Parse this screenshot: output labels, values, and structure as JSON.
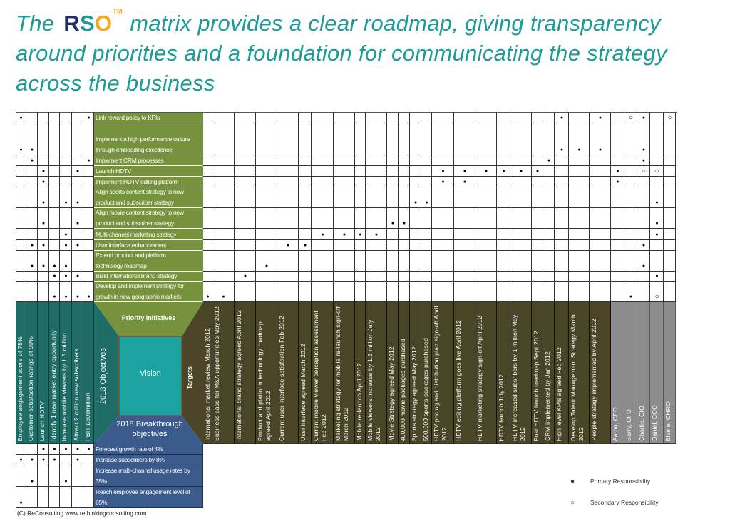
{
  "title": {
    "prefix": "The",
    "logo": {
      "r": "R",
      "s": "S",
      "o": "O",
      "tm": "TM"
    },
    "rest_line1": " matrix provides a clear roadmap, giving transparency",
    "line2": "around priorities and a foundation for communicating the strategy",
    "line3": "across the business"
  },
  "objectives": [
    "Employee engagement score of 75%",
    "Customer satisfaction ratings of 90%",
    "Launch HDTV",
    "Identify 1 new market entry opportunity",
    "Increase mobile viewers by 1.5 million",
    "Attract 2 million new subscribers",
    "PBIT £800million"
  ],
  "initiatives": [
    {
      "label": "Link reward policy to KPIs",
      "obj": [
        0,
        6
      ],
      "tgt": [
        21,
        23
      ],
      "primary": [
        2
      ],
      "secondary": [
        1,
        4
      ]
    },
    {
      "label": "Implement a high performance culture\nthrough embedding excellence",
      "obj": [
        0,
        1
      ],
      "tgt": [
        21,
        22,
        23
      ],
      "primary": [
        2
      ],
      "secondary": []
    },
    {
      "label": "Implement CRM processes",
      "obj": [
        1,
        6
      ],
      "tgt": [
        20
      ],
      "primary": [
        2
      ],
      "secondary": []
    },
    {
      "label": "Launch HDTV",
      "obj": [
        2,
        5
      ],
      "tgt": [
        14,
        15,
        16,
        17,
        18,
        19
      ],
      "primary": [
        0
      ],
      "secondary": [
        2,
        3
      ]
    },
    {
      "label": "Implement HDTV editing platform",
      "obj": [
        2
      ],
      "tgt": [
        14,
        15
      ],
      "primary": [
        0
      ],
      "secondary": []
    },
    {
      "label": "Align sports content strategy to new\nproduct and subscriber strategy",
      "obj": [
        2,
        4,
        5
      ],
      "tgt": [
        12,
        13
      ],
      "primary": [
        3
      ],
      "secondary": []
    },
    {
      "label": "Align movie content strategy to new\nproduct and subscriber strategy",
      "obj": [
        2,
        5
      ],
      "tgt": [
        10,
        11
      ],
      "primary": [
        3
      ],
      "secondary": []
    },
    {
      "label": "Multi-channel marketing strategy",
      "obj": [
        4
      ],
      "tgt": [
        6,
        7,
        8,
        9
      ],
      "primary": [
        3
      ],
      "secondary": []
    },
    {
      "label": "User interface enhancement",
      "obj": [
        1,
        2,
        4,
        5
      ],
      "tgt": [
        4,
        5
      ],
      "primary": [
        2
      ],
      "secondary": []
    },
    {
      "label": "Extend product and platform\ntechnology roadmap",
      "obj": [
        1,
        2,
        3,
        4
      ],
      "tgt": [
        3
      ],
      "primary": [
        2
      ],
      "secondary": []
    },
    {
      "label": "Build international brand strategy",
      "obj": [
        3,
        4,
        5
      ],
      "tgt": [
        2
      ],
      "primary": [
        3
      ],
      "secondary": []
    },
    {
      "label": "Develop and implement strategy for\ngrowth in new geographic markets",
      "obj": [
        3,
        4,
        5,
        6
      ],
      "tgt": [
        0,
        1
      ],
      "primary": [
        1
      ],
      "secondary": [
        3
      ]
    }
  ],
  "targets": [
    "International market review March 2012",
    "Business case for M&A opportunities May 2012",
    "International brand strategy agreed April 2012",
    "Product and platform technology roadmap agreed April 2012",
    "Current user interface satisfaction Feb 2012",
    "User interface agreed March 2012",
    "Current mobile viewer perception assessment Feb 2012",
    "Marketing strategy for mobile re-launch sign-off March 2012",
    "Mobile re-launch April 2012",
    "Mobile viewers increase by 1.5 million July 2012",
    "Movie Strategy agreed May 2012",
    "400,000 movie packages purchased",
    "Sports strategy agreed May 2012",
    "500,000 sports packages purchased",
    "HDTV pricing and distribution plan sign-off April 2012",
    "HDTV editing platform goes live April 2012",
    "HDTV marketing strategy sign-off April 2012",
    "HDTV launch July 2012",
    "HDTV increased subsribers by 1 million May 2012",
    "Post HDTV launch roadmap Sept 2012",
    "CRM implemented by Jan 2012",
    "High level KPIs agreed Feb 2012",
    "Develop Talent Management Strategy March 2012",
    "People strategy implemented by April 2012"
  ],
  "people": [
    "Aaron, CEO",
    "Barry, CFO",
    "Charlie, CIO",
    "Daniel, COO",
    "Elaine, CHRO"
  ],
  "center": {
    "priority": "Priority Initiatives",
    "objectives": "2013 Objectives",
    "vision": "Vision",
    "targets": "Targets",
    "breakthrough": "2018 Breakthrough objectives"
  },
  "breakthroughs": [
    {
      "label": "Forecast growth rate of 4%",
      "obj": [
        2,
        3,
        4,
        5,
        6
      ]
    },
    {
      "label": "Increase subscribers by 8%",
      "obj": [
        0,
        1,
        2,
        3,
        5
      ]
    },
    {
      "label": "Increase multi-channel usage rates by\n35%",
      "obj": [
        1,
        4
      ]
    },
    {
      "label": "Reach employee engagement level of\n85%",
      "obj": [
        0
      ]
    }
  ],
  "legend": {
    "primary_symbol": "●",
    "primary": "Primary Responsibility",
    "secondary_symbol": "○",
    "secondary": "Secondary Responsibility"
  },
  "footer": "(C) ReConsulting www.rethinkingconsulting.com",
  "colors": {
    "title": "#1a9c98",
    "initiatives": "#76923c",
    "objectives": "#1f6c67",
    "targets": "#4b4527",
    "people": "#8c8c8c",
    "breakthrough": "#3b5b8c",
    "vision": "#1aa3a0"
  }
}
